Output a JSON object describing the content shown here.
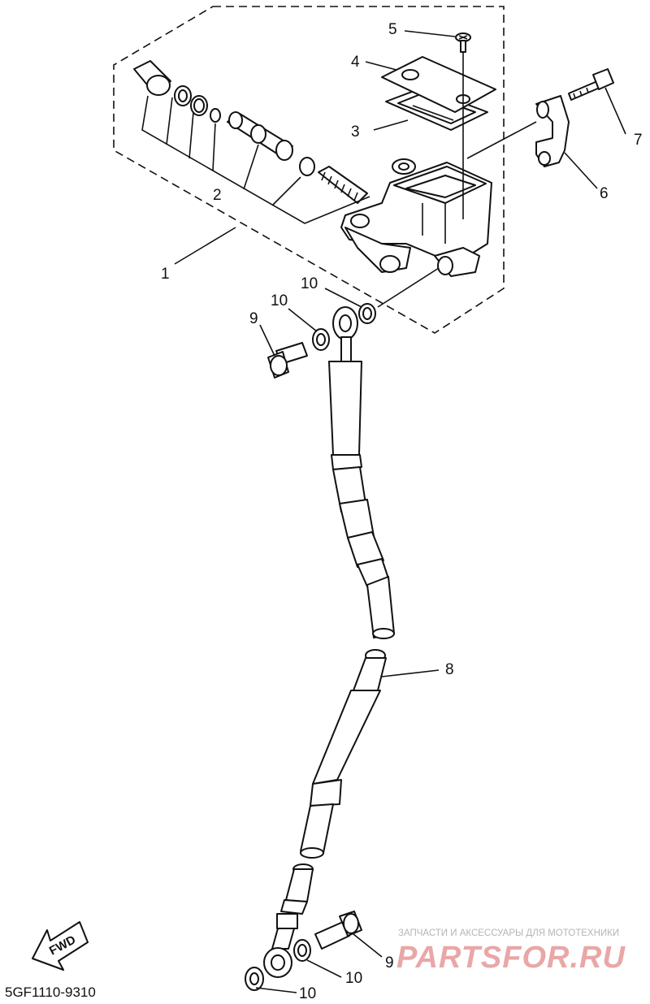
{
  "callouts": {
    "c1": "1",
    "c2": "2",
    "c3": "3",
    "c4": "4",
    "c5": "5",
    "c6": "6",
    "c7": "7",
    "c8": "8",
    "c9a": "9",
    "c9b": "9",
    "c10a": "10",
    "c10b": "10",
    "c10c": "10",
    "c10d": "10"
  },
  "direction_label": "FWD",
  "diagram_code": "5GF1110-9310",
  "watermark": {
    "tagline": "ЗАПЧАСТИ И АКСЕССУАРЫ ДЛЯ МОТОТЕХНИКИ",
    "brand": "PARTSFOR.RU"
  },
  "colors": {
    "line": "#111111",
    "watermark": "#e9a7a7",
    "watermark_text": "#b5b5b5"
  }
}
